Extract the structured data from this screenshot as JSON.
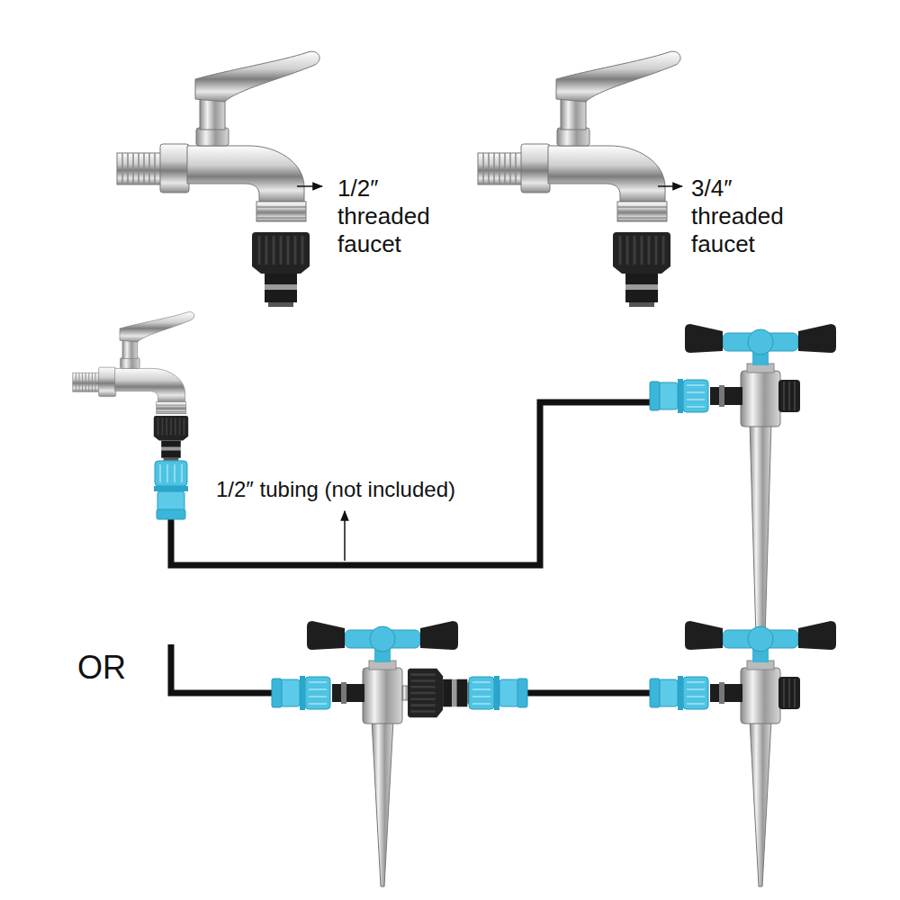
{
  "diagram": {
    "labels": [
      "1/2″ threaded faucet",
      "3/4″ threaded faucet",
      "1/2″ tubing (not included)",
      "OR"
    ]
  }
}
